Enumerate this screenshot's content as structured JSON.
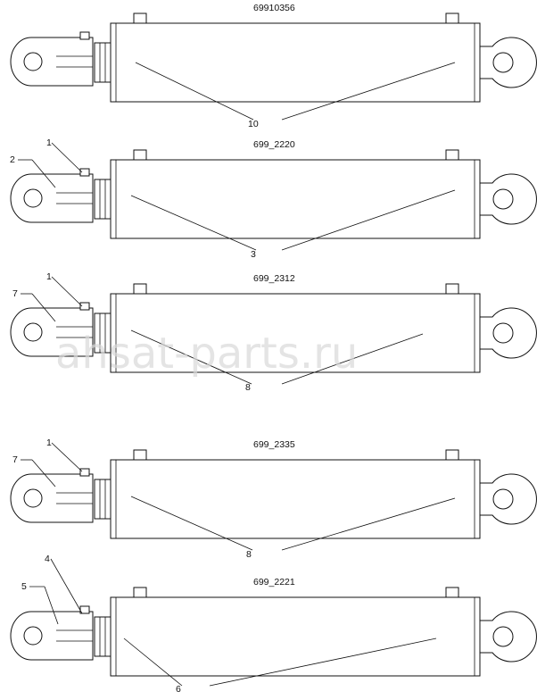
{
  "watermark": "ahsat-parts.ru",
  "corner_mark": "",
  "cylinders": [
    {
      "part_number": "69910356",
      "callouts": [
        {
          "number": "10"
        }
      ]
    },
    {
      "part_number": "699_2220",
      "callouts": [
        {
          "number": "1"
        },
        {
          "number": "2"
        },
        {
          "number": "3"
        }
      ]
    },
    {
      "part_number": "699_2312",
      "callouts": [
        {
          "number": "1"
        },
        {
          "number": "7"
        },
        {
          "number": "8"
        }
      ]
    },
    {
      "part_number": "699_2335",
      "callouts": [
        {
          "number": "1"
        },
        {
          "number": "7"
        },
        {
          "number": "8"
        }
      ]
    },
    {
      "part_number": "699_2221",
      "callouts": [
        {
          "number": "4"
        },
        {
          "number": "5"
        },
        {
          "number": "6"
        }
      ]
    }
  ]
}
